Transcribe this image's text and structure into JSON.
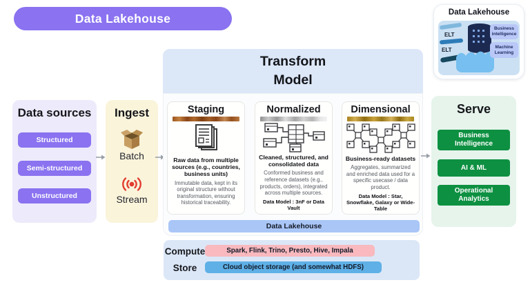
{
  "badge": {
    "label": "Data Lakehouse"
  },
  "mini": {
    "title": "Data Lakehouse",
    "elt": [
      "ELT",
      "ELT"
    ],
    "outputs": [
      "Business intelligence",
      "Machine Learning"
    ]
  },
  "sources": {
    "title": "Data sources",
    "items": [
      "Structured",
      "Semi-structured",
      "Unstructured"
    ]
  },
  "ingest": {
    "title": "Ingest",
    "batch": "Batch",
    "stream": "Stream"
  },
  "transform": {
    "title_line1": "Transform",
    "title_line2": "Model",
    "cards": [
      {
        "title": "Staging",
        "accent": "copper",
        "heading": "Raw data from multiple sources (e.g., countries, business units)",
        "body": "Immutable data, kept in its original structure without transformation, ensuring historical traceability."
      },
      {
        "title": "Normalized",
        "accent": "silver",
        "heading": "Cleaned, structured, and consolidated data",
        "body": "Conformed business and reference datasets (e.g., products, orders), integrated across multiple sources.",
        "footer": "Data Model : 3nF or Data Vault"
      },
      {
        "title": "Dimensional",
        "accent": "gold",
        "heading": "Business-ready datasets",
        "body": "Aggregates, summarized and enriched data used for a specific usecase / data product.",
        "footer": "Data Model : Star, Snowflake, Galaxy or Wide-Table"
      }
    ],
    "lakehouse_bar": "Data Lakehouse"
  },
  "serve": {
    "title": "Serve",
    "items": [
      "Business Intelligence",
      "AI & ML",
      "Operational Analytics"
    ]
  },
  "infra": {
    "compute_label": "Compute",
    "compute_value": "Spark, Flink, Trino, Presto, Hive, Impala",
    "store_label": "Store",
    "store_value": "Cloud object storage (and somewhat HDFS)"
  },
  "colors": {
    "brand_purple": "#8a72f0",
    "serve_green": "#0d9041",
    "compute_pink": "#f9b9be",
    "store_blue": "#5fb0e6",
    "lakehouse_bar_blue": "#a9c6f7",
    "stream_red": "#e23c30",
    "staging_accent": "#a05a22",
    "normalized_accent": "#b5b5b5",
    "dimensional_accent": "#b3901f"
  }
}
